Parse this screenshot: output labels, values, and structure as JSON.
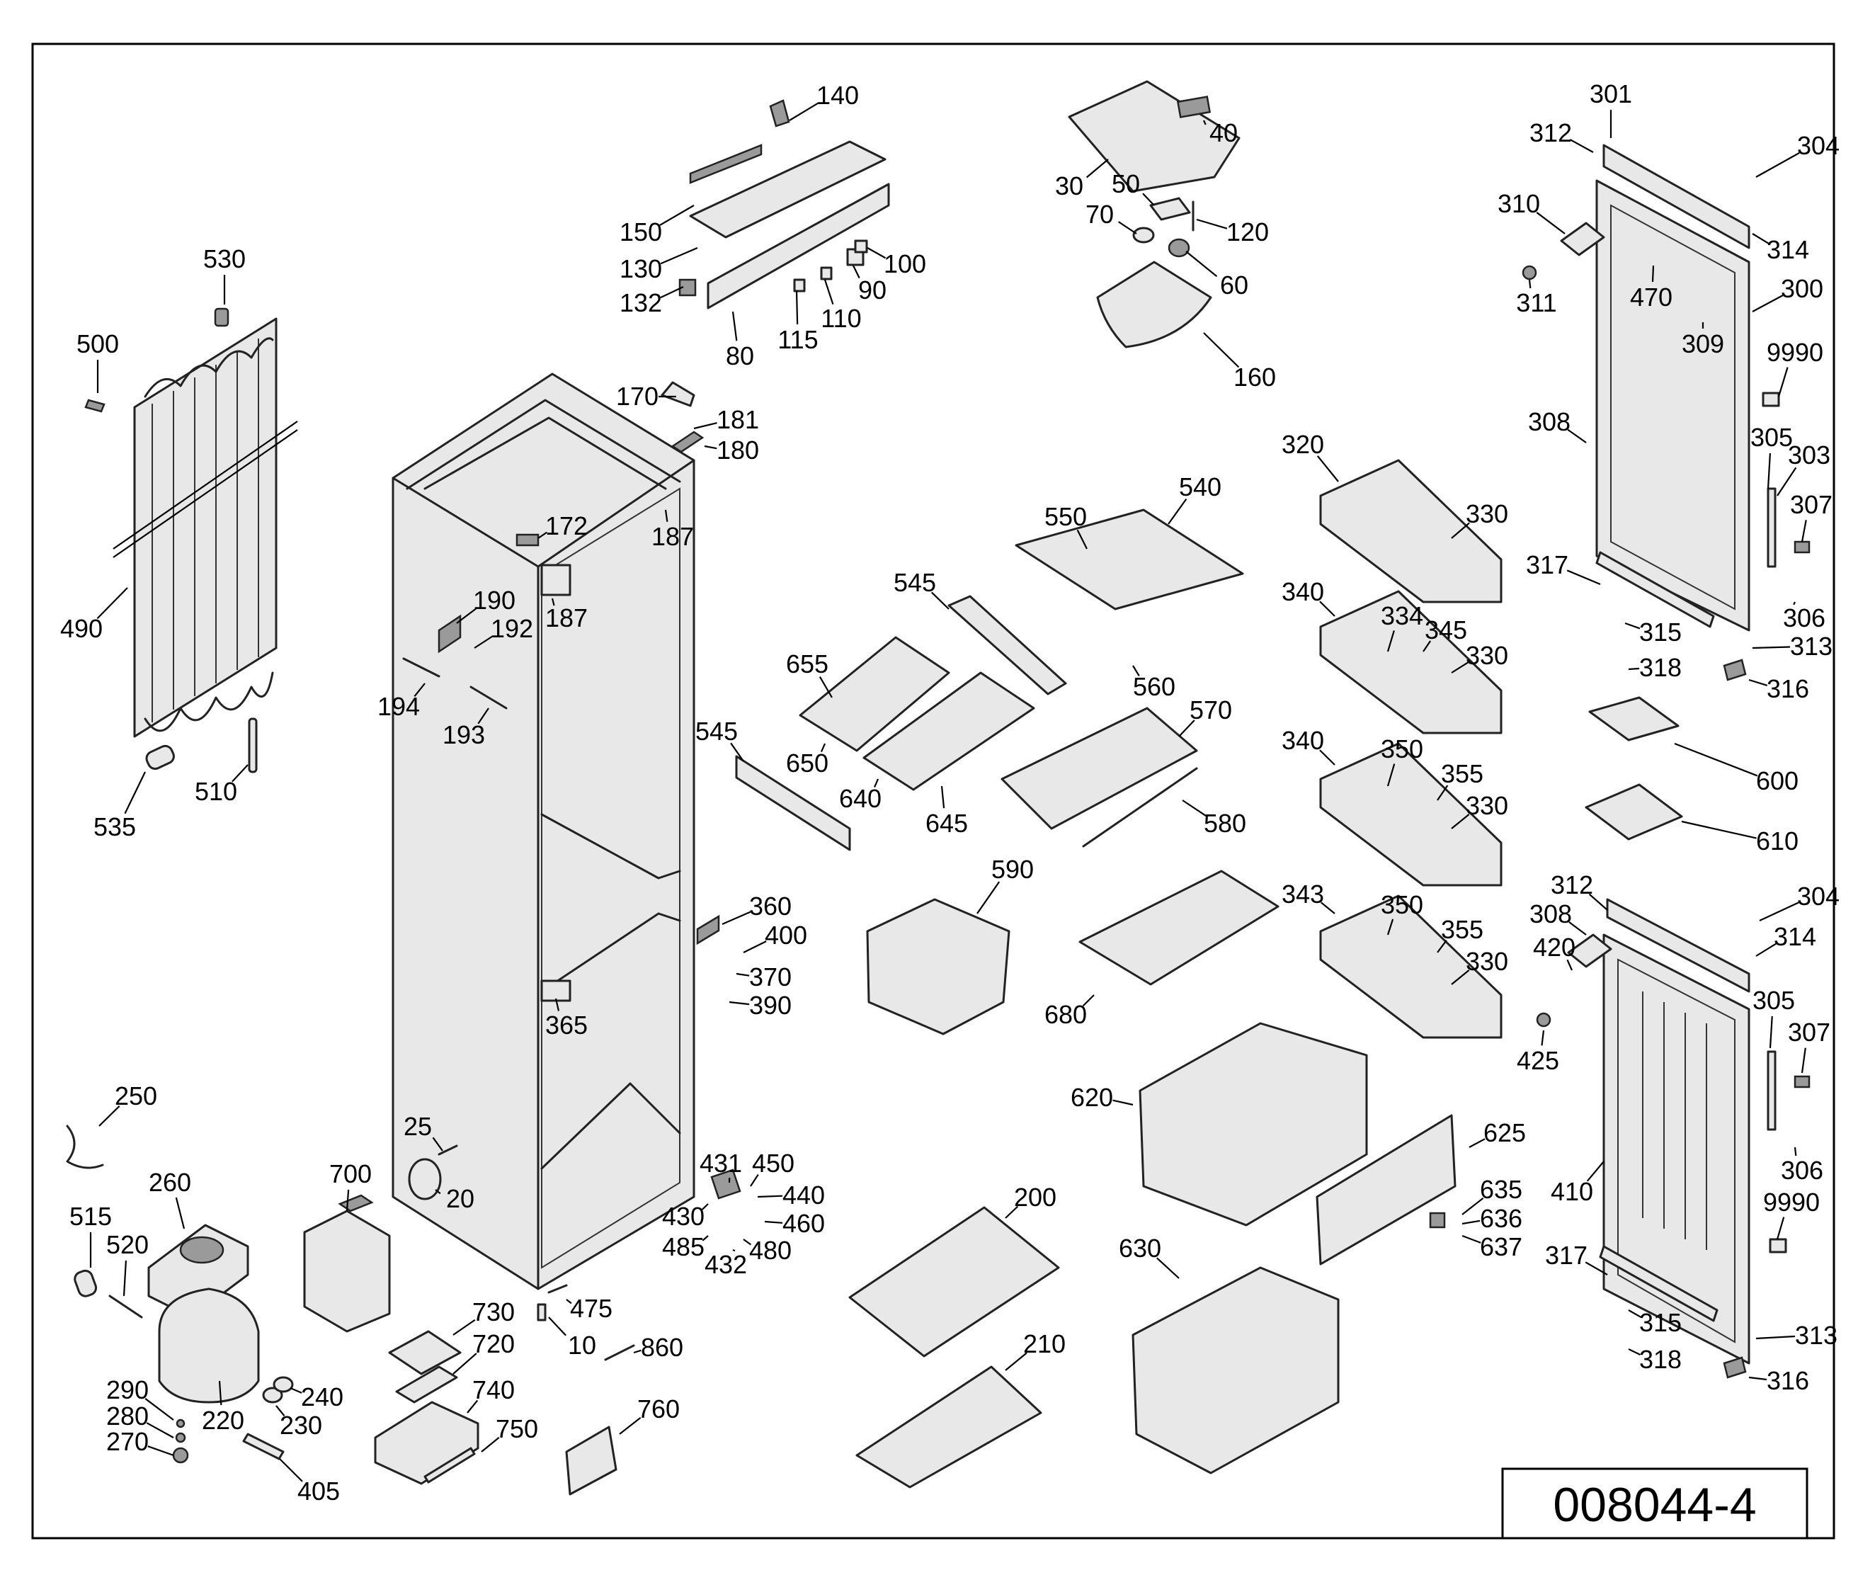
{
  "document_number": "008044-4",
  "labels": [
    "10",
    "20",
    "25",
    "30",
    "40",
    "50",
    "60",
    "70",
    "80",
    "90",
    "100",
    "110",
    "115",
    "120",
    "130",
    "132",
    "140",
    "150",
    "160",
    "170",
    "172",
    "180",
    "181",
    "187",
    "190",
    "192",
    "193",
    "194",
    "200",
    "210",
    "220",
    "230",
    "240",
    "250",
    "260",
    "270",
    "280",
    "290",
    "300",
    "301",
    "303",
    "304",
    "305",
    "306",
    "307",
    "308",
    "309",
    "310",
    "311",
    "312",
    "313",
    "314",
    "315",
    "316",
    "317",
    "318",
    "320",
    "330",
    "334",
    "340",
    "343",
    "345",
    "350",
    "355",
    "360",
    "365",
    "370",
    "390",
    "400",
    "405",
    "410",
    "420",
    "425",
    "430",
    "431",
    "432",
    "440",
    "450",
    "460",
    "470",
    "475",
    "480",
    "485",
    "490",
    "500",
    "510",
    "515",
    "520",
    "530",
    "535",
    "540",
    "545",
    "550",
    "560",
    "570",
    "580",
    "590",
    "600",
    "610",
    "620",
    "625",
    "630",
    "635",
    "636",
    "637",
    "640",
    "645",
    "650",
    "655",
    "680",
    "700",
    "720",
    "730",
    "740",
    "750",
    "760",
    "860",
    "9990"
  ]
}
